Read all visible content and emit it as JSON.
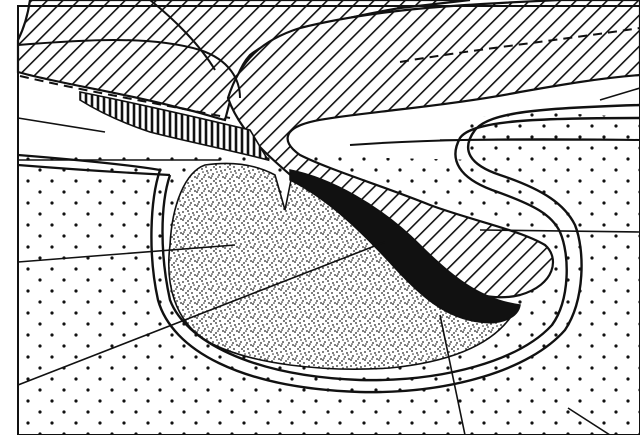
{
  "figure": {
    "kind": "anatomical-line-drawing",
    "style": "black-ink-on-white",
    "colors": {
      "ink": "#111111",
      "paper": "#ffffff",
      "stipple": "#2a2a2a"
    },
    "regions": [
      {
        "id": "upper-hatched-mass",
        "fill": "diagonal-hatch"
      },
      {
        "id": "wedge-hatched-mass",
        "fill": "diagonal-hatch"
      },
      {
        "id": "left-vertical-hatch-band",
        "fill": "vertical-hatch"
      },
      {
        "id": "left-dotted-field",
        "fill": "coarse-dots"
      },
      {
        "id": "right-dotted-field",
        "fill": "coarse-dots"
      },
      {
        "id": "stippled-sac-body",
        "fill": "fine-stipple"
      },
      {
        "id": "black-crescent",
        "fill": "solid-black"
      }
    ],
    "leader_line_count": 9
  }
}
